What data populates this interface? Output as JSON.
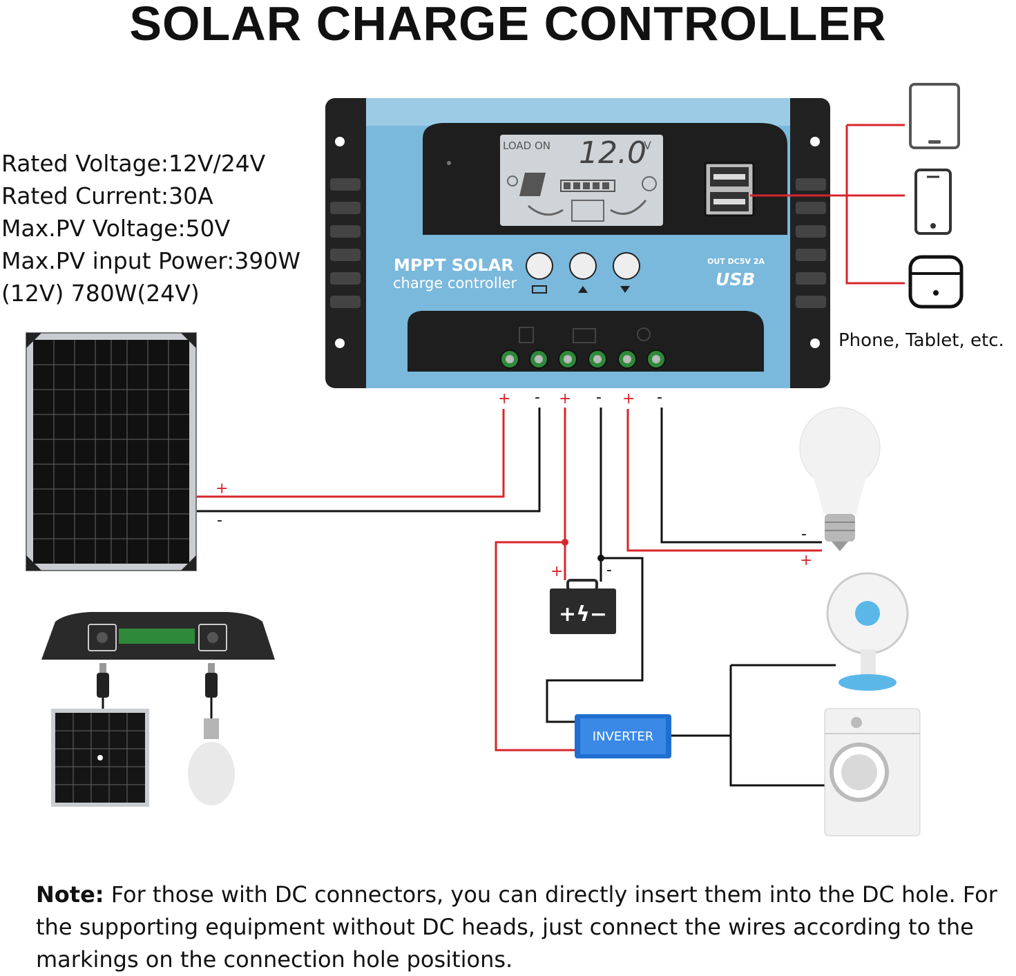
{
  "title": "SOLAR CHARGE CONTROLLER",
  "specs": [
    "Rated Voltage:12V/24V",
    "Rated Current:30A",
    "Max.PV Voltage:50V",
    "Max.PV input Power:390W",
    "(12V) 780W(24V)"
  ],
  "controller": {
    "lcd_status": "LOAD ON",
    "lcd_value": "12.0",
    "lcd_unit": "V",
    "brand_line1": "MPPT SOLAR",
    "brand_line2": "charge controller",
    "usb_rating": "OUT DC5V 2A",
    "usb_label": "USB"
  },
  "terminal_polarity": [
    "+",
    "-",
    "+",
    "-",
    "+",
    "-"
  ],
  "wire_labels": {
    "panel_plus": "+",
    "panel_minus": "-",
    "battery_plus": "+",
    "battery_minus": "-",
    "bulb_minus": "-",
    "bulb_plus": "+"
  },
  "battery_symbol": "+ϟ−",
  "inverter_label": "INVERTER",
  "devices_caption": "Phone, Tablet, etc.",
  "note": {
    "label": "Note:",
    "text": " For those with DC connectors, you can directly insert them into the DC hole. For the supporting equipment without DC heads, just connect the wires according to the markings on the connection hole positions."
  },
  "colors": {
    "controller_blue": "#7ab8dc",
    "controller_black": "#222222",
    "wire_red": "#d7262b",
    "wire_black": "#111111",
    "inverter_blue": "#1f6fd0"
  }
}
